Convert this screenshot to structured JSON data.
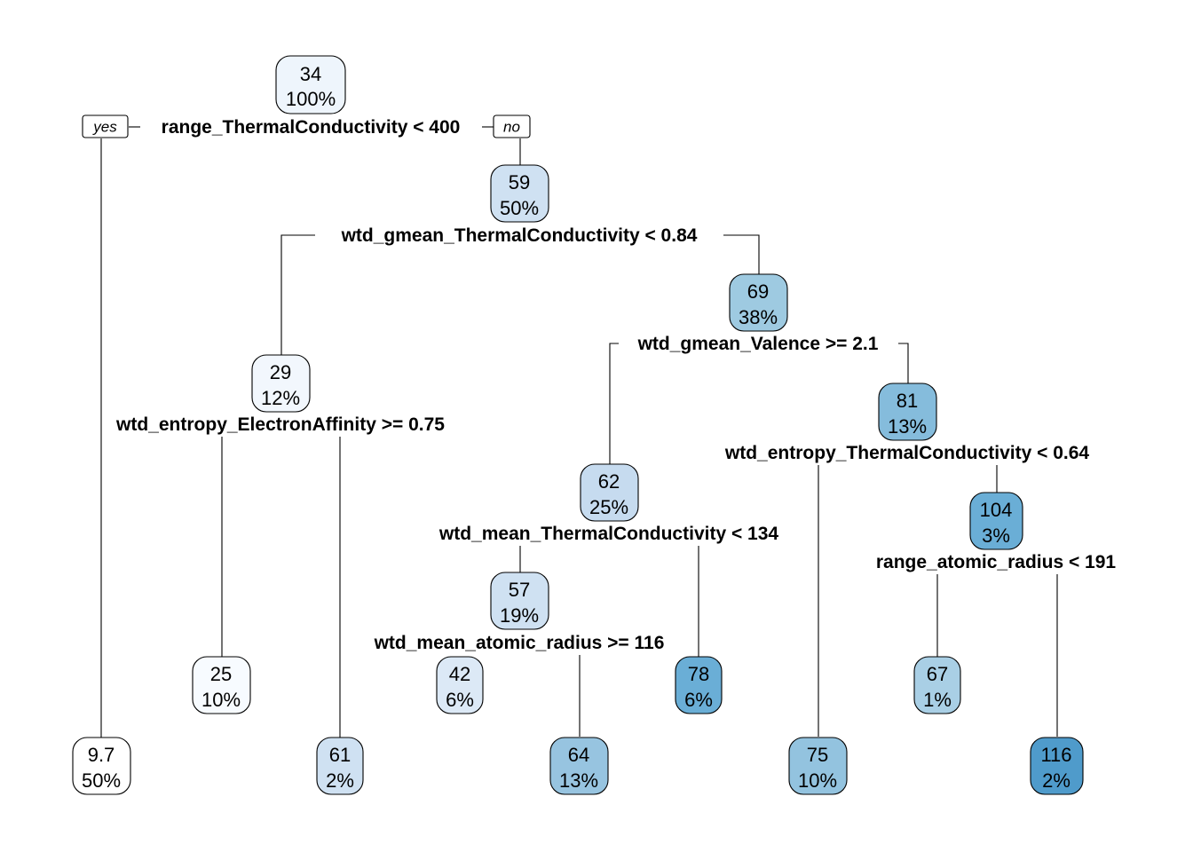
{
  "tree": {
    "yes_label": "yes",
    "no_label": "no",
    "splits": {
      "s1": "range_ThermalConductivity < 400",
      "s2": "wtd_gmean_ThermalConductivity < 0.84",
      "s3": "wtd_entropy_ElectronAffinity >= 0.75",
      "s4": "wtd_gmean_Valence >= 2.1",
      "s5": "wtd_mean_ThermalConductivity < 134",
      "s6": "wtd_mean_atomic_radius >= 116",
      "s7": "wtd_entropy_ThermalConductivity < 0.64",
      "s8": "range_atomic_radius < 191"
    },
    "nodes": {
      "n1": {
        "value": "34",
        "percent": "100%"
      },
      "n2": {
        "value": "59",
        "percent": "50%"
      },
      "n3": {
        "value": "29",
        "percent": "12%"
      },
      "n4": {
        "value": "69",
        "percent": "38%"
      },
      "n5": {
        "value": "62",
        "percent": "25%"
      },
      "n6": {
        "value": "81",
        "percent": "13%"
      },
      "n7": {
        "value": "57",
        "percent": "19%"
      },
      "n8": {
        "value": "104",
        "percent": "3%"
      },
      "n9": {
        "value": "25",
        "percent": "10%"
      },
      "n10": {
        "value": "42",
        "percent": "6%"
      },
      "n11": {
        "value": "78",
        "percent": "6%"
      },
      "n12": {
        "value": "67",
        "percent": "1%"
      },
      "n13": {
        "value": "9.7",
        "percent": "50%"
      },
      "n14": {
        "value": "61",
        "percent": "2%"
      },
      "n15": {
        "value": "64",
        "percent": "13%"
      },
      "n16": {
        "value": "75",
        "percent": "10%"
      },
      "n17": {
        "value": "116",
        "percent": "2%"
      }
    },
    "colors": {
      "n1": "#eef5fc",
      "n2": "#cfe1f2",
      "n3": "#f2f7fd",
      "n4": "#9ecae1",
      "n5": "#c6dbef",
      "n6": "#85bcdc",
      "n7": "#cfe1f2",
      "n8": "#6aaed6",
      "n9": "#f7fbff",
      "n10": "#dce9f6",
      "n11": "#6aaed6",
      "n12": "#a9cfe5",
      "n13": "#ffffff",
      "n14": "#cfe1f2",
      "n15": "#97c4e0",
      "n16": "#93c3df",
      "n17": "#4f9bcb"
    }
  }
}
